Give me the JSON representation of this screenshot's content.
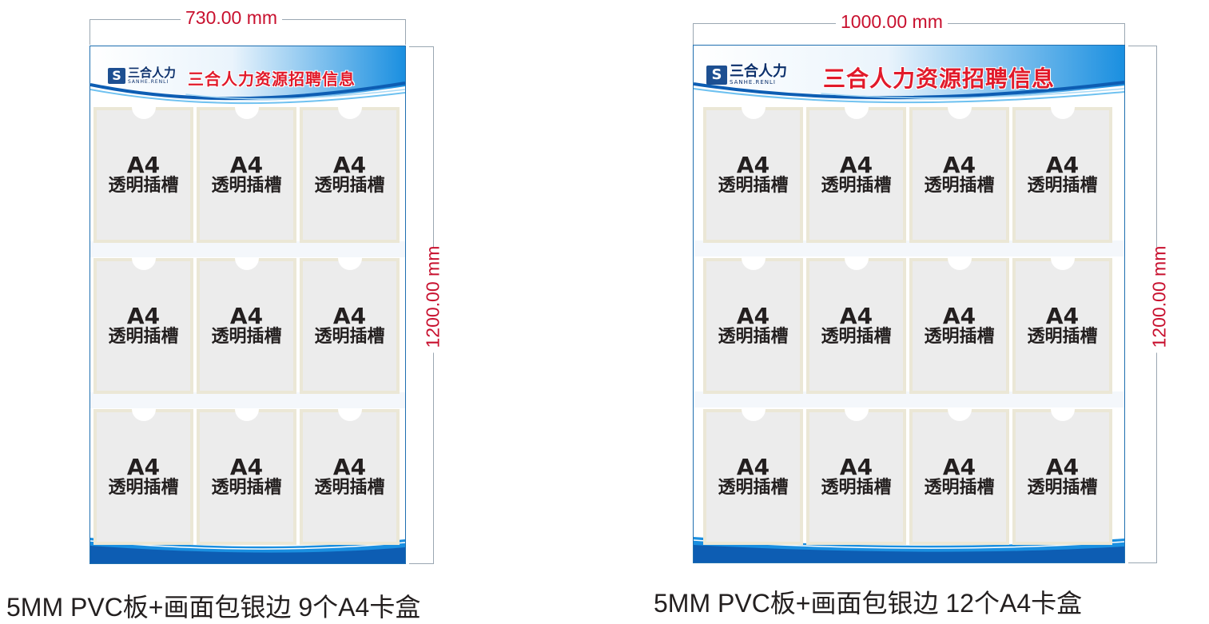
{
  "boards": [
    {
      "width_label": "730.00 mm",
      "height_label": "1200.00 mm",
      "logo_cn": "三合人力",
      "logo_en": "SANHE.RENLI",
      "title": "三合人力资源招聘信息",
      "slot_size": "A4",
      "slot_desc": "透明插槽",
      "caption": "5MM PVC板+画面包银边 9个A4卡盒"
    },
    {
      "width_label": "1000.00 mm",
      "height_label": "1200.00 mm",
      "logo_cn": "三合人力",
      "logo_en": "SANHE.RENLI",
      "title": "三合人力资源招聘信息",
      "slot_size": "A4",
      "slot_desc": "透明插槽",
      "caption": "5MM PVC板+画面包银边 12个A4卡盒"
    }
  ],
  "colors": {
    "dimension_text": "#c8102e",
    "title_red": "#e11a2a",
    "brand_blue": "#1d4f91",
    "slot_fill": "#ececec",
    "slot_border": "#ebe7d6"
  }
}
